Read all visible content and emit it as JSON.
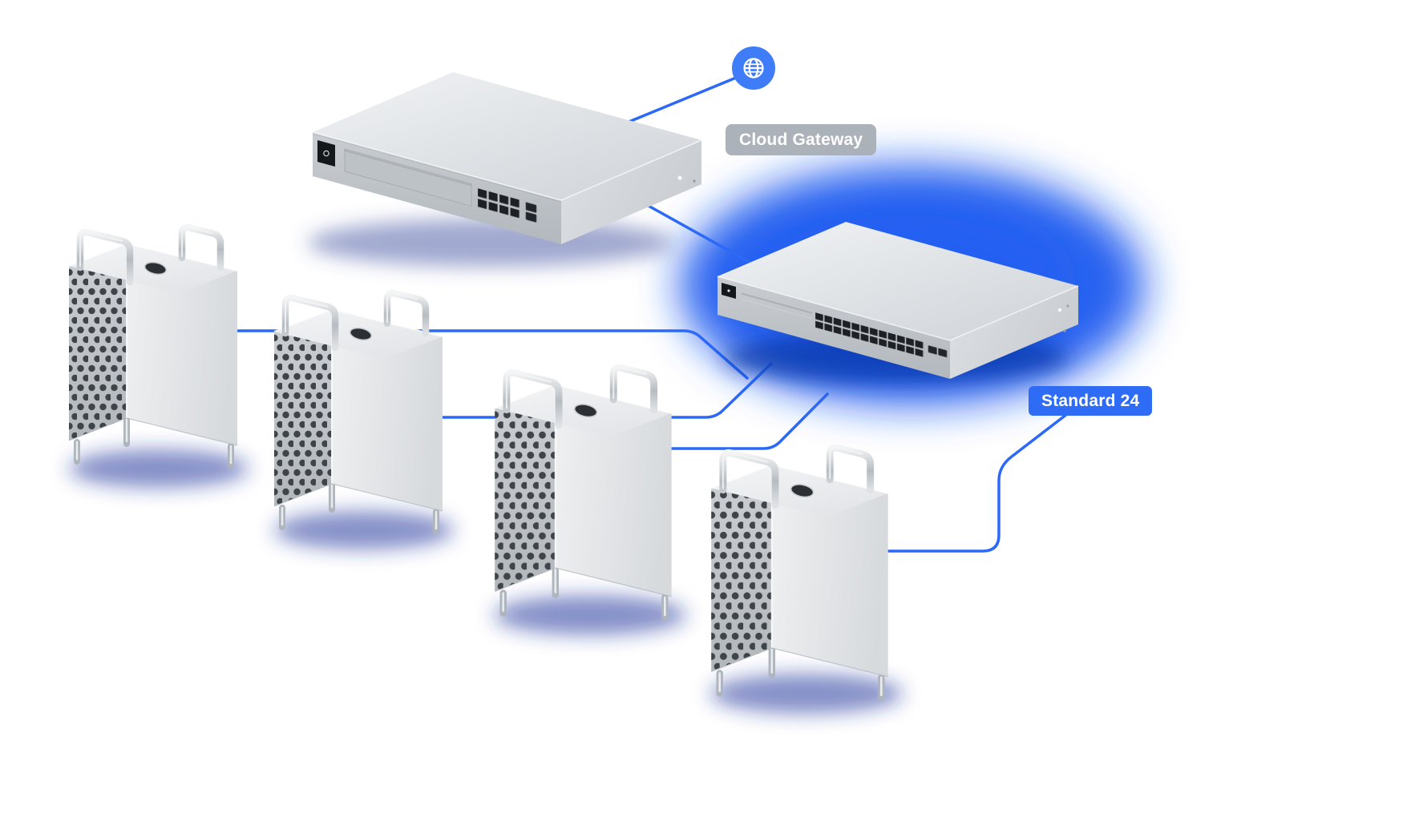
{
  "badges": {
    "gateway": "Cloud Gateway",
    "switch": "Standard 24"
  },
  "icons": {
    "internet": "globe-icon"
  },
  "colors": {
    "background": "#ffffff",
    "connection_line": "#2b69f6",
    "globe_circle": "#3f7cf7",
    "switch_glow": "#1a55ef",
    "gateway_badge_bg": "#a8aeb5",
    "switch_badge_bg": "#2e6cf6",
    "badge_text": "#ffffff",
    "device_body": "#d6dade",
    "ground_shadow": "#20349b"
  },
  "devices": {
    "gateway": {
      "name": "cloud-gateway",
      "label": "Cloud Gateway",
      "rj45_ports": 8,
      "sfp_ports": 2
    },
    "switch": {
      "name": "standard-24-switch",
      "label": "Standard 24",
      "rj45_ports": 24,
      "sfp_ports": 2
    },
    "workstations": {
      "name": "tower-workstation",
      "count": 4
    }
  },
  "connections": [
    {
      "from": "internet",
      "to": "cloud-gateway"
    },
    {
      "from": "cloud-gateway",
      "to": "standard-24-switch"
    },
    {
      "from": "tower-workstation-1",
      "to": "standard-24-switch"
    },
    {
      "from": "tower-workstation-2",
      "to": "standard-24-switch"
    },
    {
      "from": "tower-workstation-3",
      "to": "standard-24-switch"
    },
    {
      "from": "tower-workstation-4",
      "to": "standard-24-switch"
    }
  ]
}
